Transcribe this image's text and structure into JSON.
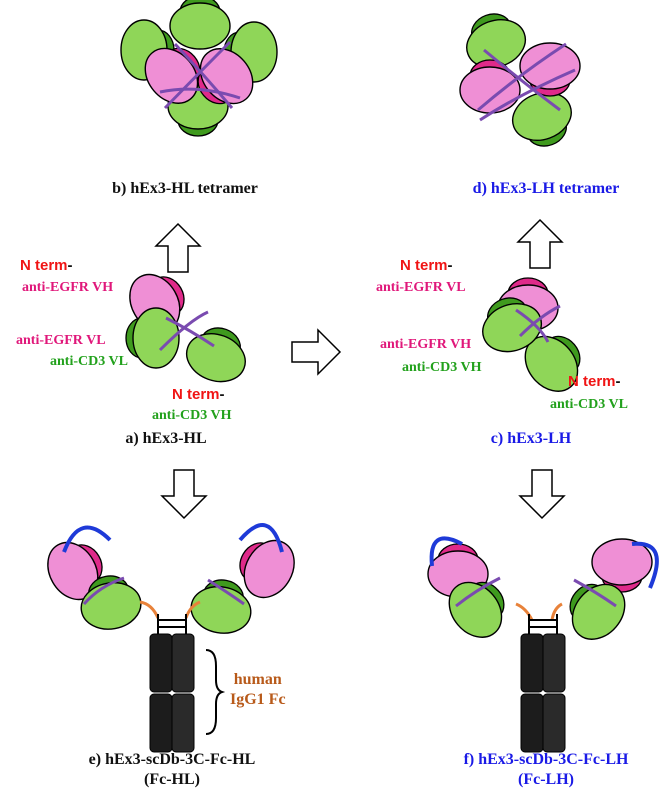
{
  "labels": {
    "b": "b) hEx3-HL tetramer",
    "d": "d) hEx3-LH tetramer",
    "a": "a) hEx3-HL",
    "c": "c) hEx3-LH",
    "e_line1": "e) hEx3-scDb-3C-Fc-HL",
    "e_line2": "(Fc-HL)",
    "f_line1": "f) hEx3-scDb-3C-Fc-LH",
    "f_line2": "(Fc-LH)"
  },
  "domains_hl": {
    "nterm_top": "N term",
    "dash": "-",
    "egfr_vh": "anti-EGFR VH",
    "egfr_vl": "anti-EGFR VL",
    "cd3_vl": "anti-CD3 VL",
    "nterm_bottom": "N term",
    "cd3_vh": "anti-CD3 VH"
  },
  "domains_lh": {
    "nterm_top": "N term",
    "dash": "-",
    "egfr_vl": "anti-EGFR VL",
    "egfr_vh": "anti-EGFR VH",
    "cd3_vh": "anti-CD3 VH",
    "nterm_bottom": "N term",
    "cd3_vl": "anti-CD3 VL"
  },
  "fc": {
    "line1": "human",
    "line2": "IgG1 Fc"
  },
  "colors": {
    "pink_light": "#ef8fd5",
    "pink_dark": "#df2a8a",
    "green_light": "#8fd658",
    "green_dark": "#3f9a1e",
    "linker_purple": "#7a4bb0",
    "loop_blue": "#1e3ad8",
    "hinge_orange": "#e8823a",
    "fc_black": "#1c1c1c",
    "title_black": "#111111",
    "title_blue": "#1a1ae6",
    "nterm_red": "#f01414",
    "egfr_text": "#e0177a",
    "cd3_text": "#22a11c",
    "fc_text": "#b85a1a"
  },
  "icons": [
    "outline-arrow-up",
    "outline-arrow-down",
    "outline-arrow-right",
    "curly-brace"
  ]
}
